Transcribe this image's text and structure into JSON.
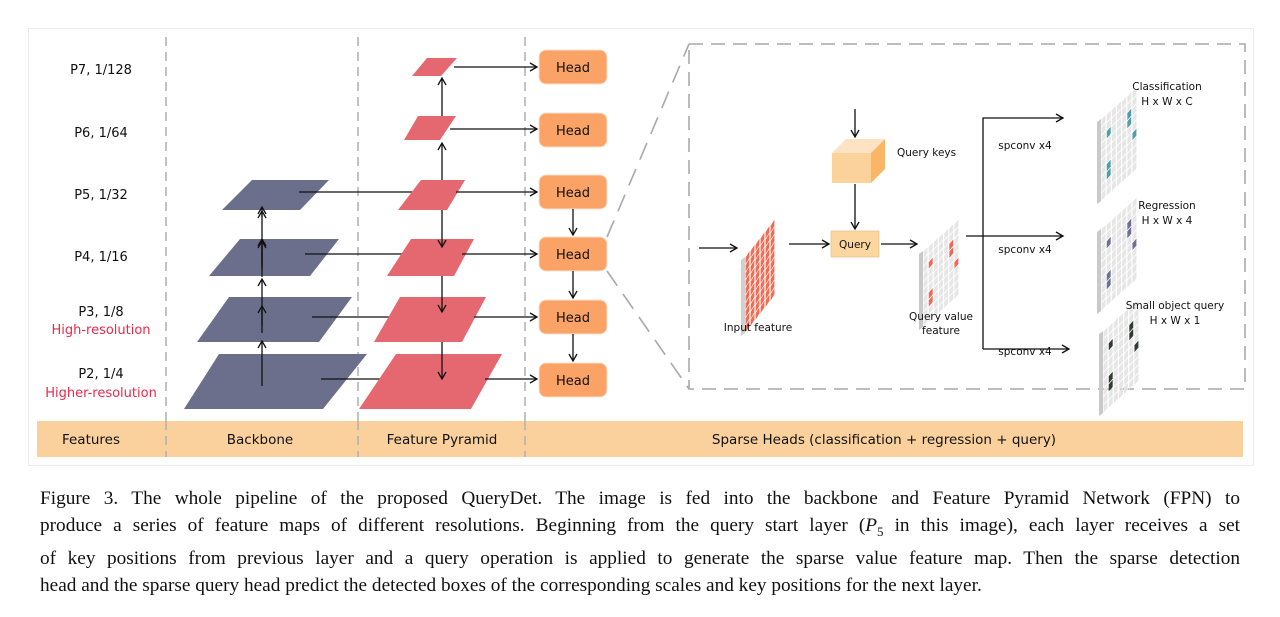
{
  "figure": {
    "levels": [
      {
        "name": "P7, 1/128",
        "note": ""
      },
      {
        "name": "P6, 1/64",
        "note": ""
      },
      {
        "name": "P5, 1/32",
        "note": ""
      },
      {
        "name": "P4, 1/16",
        "note": ""
      },
      {
        "name": "P3, 1/8",
        "note": "High-resolution"
      },
      {
        "name": "P2, 1/4",
        "note": "Higher-resolution"
      }
    ],
    "head_label": "Head",
    "colors": {
      "backbone": "#6b6f8c",
      "pyramid": "#e5676f",
      "head": "#fba266",
      "band": "#fad19c",
      "query_box": "#fcd69f",
      "input_cells": "#f26a4f",
      "query_cells": "#ef6a52",
      "cls_cells": "#4e9fa8",
      "reg_cells": "#6d6f97",
      "obj_cells": "#333a33"
    },
    "detail": {
      "query_keys": "Query keys",
      "query": "Query",
      "input_feature": "Input feature",
      "query_value_line1": "Query value",
      "query_value_line2": "feature",
      "spconv": "spconv x4",
      "outputs": [
        {
          "title": "Classification",
          "shape": "H x W x C"
        },
        {
          "title": "Regression",
          "shape": "H x W x 4"
        },
        {
          "title": "Small object query",
          "shape": "H x W x 1"
        }
      ]
    },
    "band": {
      "features": "Features",
      "backbone": "Backbone",
      "pyramid": "Feature Pyramid",
      "heads": "Sparse Heads (classification + regression + query)"
    }
  },
  "caption": {
    "line1": "Figure 3.  The whole pipeline of the proposed QueryDet.  The image is fed into the backbone and Feature Pyramid Network (FPN) to",
    "line2_pre": "produce a series of feature maps of different resolutions. Beginning from the query start layer (",
    "line2_sym": "P",
    "line2_sub": "5",
    "line2_post": " in this image), each layer receives a set",
    "line3": "of key positions from previous layer and a query operation is applied to generate the sparse value feature map.  Then the sparse detection",
    "line4": "head and the sparse query head predict the detected boxes of the corresponding scales and key positions for the next layer."
  }
}
